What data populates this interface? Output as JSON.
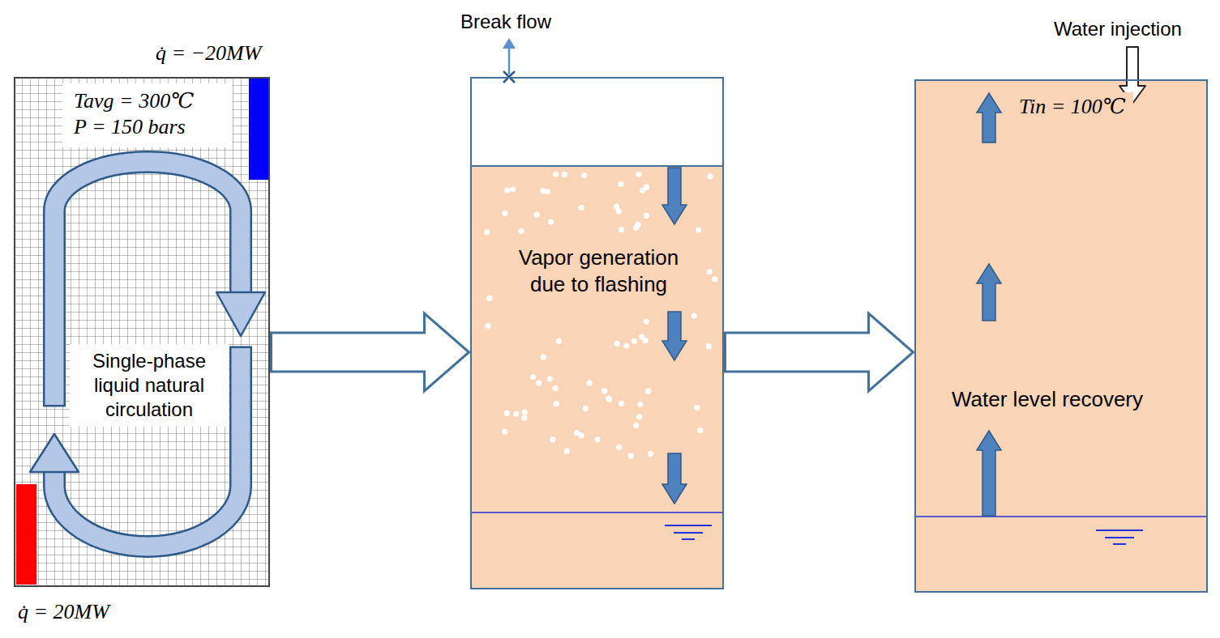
{
  "diagram": {
    "nodes": [
      {
        "text": [
          "Tavg = 300℃",
          "P = 150 bars",
          "Single-phase liquid natural circulation"
        ]
      },
      {
        "text": [
          "Vapor generation due to flashing"
        ]
      },
      {
        "text": [
          "Tin = 100℃",
          "Water level recovery"
        ]
      }
    ],
    "edges": [
      {
        "from": 0,
        "to": 1,
        "arrow": "to"
      },
      {
        "from": 1,
        "to": 2,
        "arrow": "to"
      }
    ],
    "labels": [
      "q̇ = −20MW",
      "q̇ = 20MW",
      "Break flow",
      "Water injection"
    ]
  }
}
